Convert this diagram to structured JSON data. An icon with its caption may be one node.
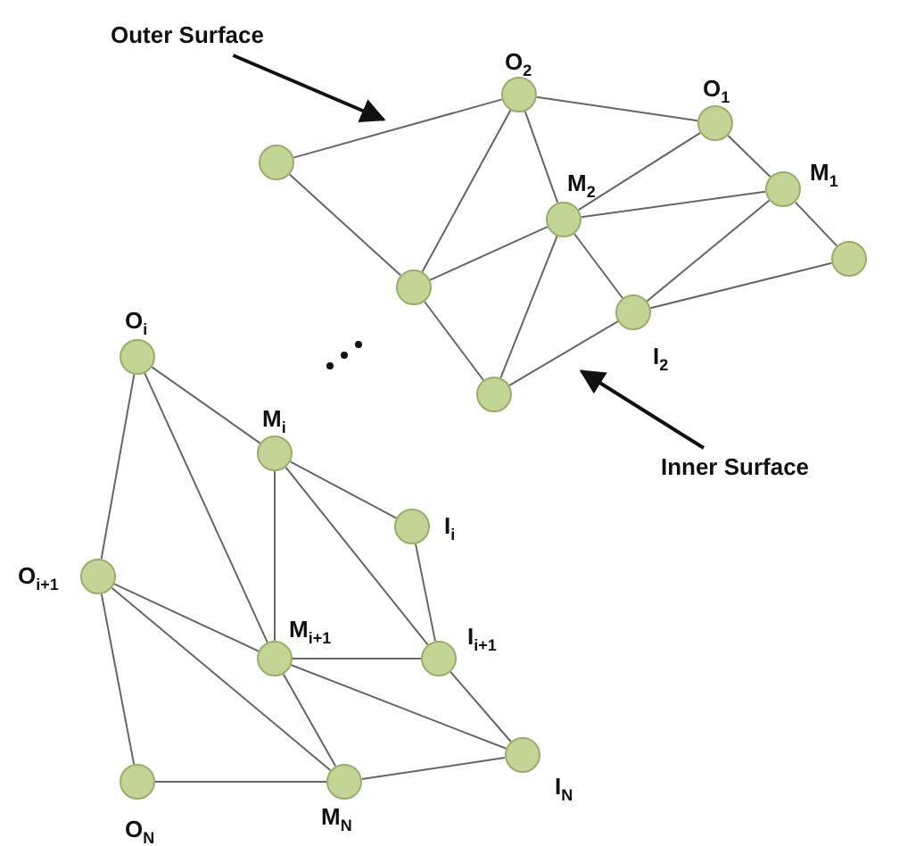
{
  "diagram": {
    "nodes": [
      {
        "text": [],
        "shape": "circle"
      },
      {
        "text": [],
        "shape": "circle",
        "beside": [
          "O$_{2}$"
        ]
      },
      {
        "text": [],
        "shape": "circle",
        "beside": [
          "O$_{1}$"
        ]
      },
      {
        "text": [],
        "shape": "circle",
        "beside": [
          "M$_{2}$"
        ]
      },
      {
        "text": [],
        "shape": "circle",
        "beside": [
          "M$_{1}$"
        ]
      },
      {
        "text": [],
        "shape": "circle"
      },
      {
        "text": [],
        "shape": "circle"
      },
      {
        "text": [],
        "shape": "circle",
        "beside": [
          "I$_{2}$"
        ]
      },
      {
        "text": [],
        "shape": "circle"
      },
      {
        "text": [],
        "shape": "circle",
        "beside": [
          "O$_{i}$"
        ]
      },
      {
        "text": [],
        "shape": "circle",
        "beside": [
          "M$_{i}$"
        ]
      },
      {
        "text": [],
        "shape": "circle",
        "beside": [
          "I$_{i}$"
        ]
      },
      {
        "text": [],
        "shape": "circle",
        "beside": [
          "O$_{i+1}$"
        ]
      },
      {
        "text": [],
        "shape": "circle",
        "beside": [
          "M$_{i+1}$"
        ]
      },
      {
        "text": [],
        "shape": "circle",
        "beside": [
          "I$_{i+1}$"
        ]
      },
      {
        "text": [],
        "shape": "circle",
        "beside": [
          "I$_{N}$"
        ]
      },
      {
        "text": [],
        "shape": "circle",
        "beside": [
          "O$_{N}$"
        ]
      },
      {
        "text": [],
        "shape": "circle",
        "beside": [
          "M$_{N}$"
        ]
      },
      {
        "text": [
          "Outer Surface"
        ]
      },
      {
        "text": [
          "Inner Surface"
        ]
      }
    ],
    "edges": [
      {
        "from": 0,
        "to": 1,
        "arrow": "none"
      },
      {
        "from": 0,
        "to": 5,
        "arrow": "none"
      },
      {
        "from": 1,
        "to": 2,
        "arrow": "none"
      },
      {
        "from": 1,
        "to": 5,
        "arrow": "none"
      },
      {
        "from": 1,
        "to": 3,
        "arrow": "none"
      },
      {
        "from": 2,
        "to": 3,
        "arrow": "none"
      },
      {
        "from": 2,
        "to": 4,
        "arrow": "none"
      },
      {
        "from": 3,
        "to": 4,
        "arrow": "none"
      },
      {
        "from": 3,
        "to": 5,
        "arrow": "none"
      },
      {
        "from": 3,
        "to": 8,
        "arrow": "none"
      },
      {
        "from": 3,
        "to": 7,
        "arrow": "none"
      },
      {
        "from": 4,
        "to": 7,
        "arrow": "none"
      },
      {
        "from": 4,
        "to": 6,
        "arrow": "none"
      },
      {
        "from": 6,
        "to": 7,
        "arrow": "none"
      },
      {
        "from": 5,
        "to": 8,
        "arrow": "none"
      },
      {
        "from": 8,
        "to": 7,
        "arrow": "none"
      },
      {
        "from": 9,
        "to": 10,
        "arrow": "none"
      },
      {
        "from": 9,
        "to": 12,
        "arrow": "none"
      },
      {
        "from": 9,
        "to": 13,
        "arrow": "none"
      },
      {
        "from": 10,
        "to": 11,
        "arrow": "none"
      },
      {
        "from": 10,
        "to": 13,
        "arrow": "none"
      },
      {
        "from": 10,
        "to": 14,
        "arrow": "none"
      },
      {
        "from": 11,
        "to": 14,
        "arrow": "none"
      },
      {
        "from": 12,
        "to": 13,
        "arrow": "none"
      },
      {
        "from": 12,
        "to": 17,
        "arrow": "none"
      },
      {
        "from": 12,
        "to": 16,
        "arrow": "none"
      },
      {
        "from": 13,
        "to": 14,
        "arrow": "none"
      },
      {
        "from": 13,
        "to": 17,
        "arrow": "none"
      },
      {
        "from": 13,
        "to": 15,
        "arrow": "none"
      },
      {
        "from": 14,
        "to": 15,
        "arrow": "none"
      },
      {
        "from": 16,
        "to": 17,
        "arrow": "none"
      },
      {
        "from": 17,
        "to": 15,
        "arrow": "none"
      },
      {
        "from": 18,
        "to": null,
        "arrow": "to"
      },
      {
        "from": 19,
        "to": null,
        "arrow": "to"
      }
    ]
  }
}
